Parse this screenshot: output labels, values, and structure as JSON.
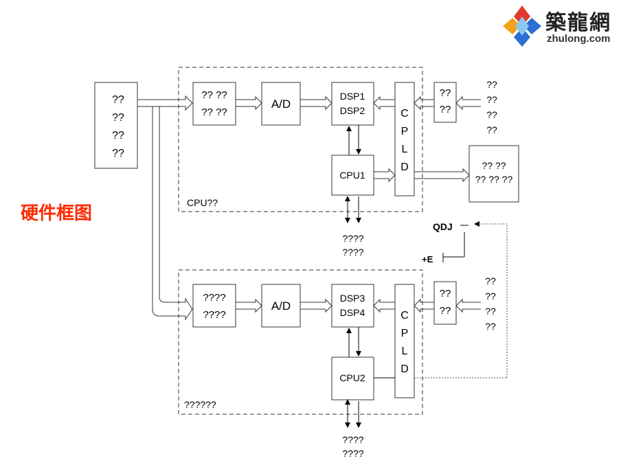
{
  "logo": {
    "chinese": "築龍網",
    "latin": "zhulong.com"
  },
  "title": "硬件框图",
  "title_color": "#ff2a00",
  "inputs": {
    "lines": [
      "??",
      "??",
      "??",
      "??"
    ]
  },
  "top_module": {
    "group_label": "CPU??",
    "prefilter_lines": [
      "?? ??",
      "?? ??"
    ],
    "adc": "A/D",
    "dsp_lines": [
      "DSP1",
      "DSP2"
    ],
    "cpu": "CPU1",
    "cpld_letters": [
      "C",
      "P",
      "L",
      "D"
    ],
    "opto": [
      "??",
      "??"
    ],
    "right_inputs": [
      "??",
      "??",
      "??",
      "??"
    ],
    "bus_lines": [
      "????",
      "????"
    ]
  },
  "bottom_module": {
    "group_label": "??????",
    "prefilter_lines": [
      "????",
      "????"
    ],
    "adc": "A/D",
    "dsp_lines": [
      "DSP3",
      "DSP4"
    ],
    "cpu": "CPU2",
    "cpld_letters": [
      "C",
      "P",
      "L",
      "D"
    ],
    "opto": [
      "??",
      "??"
    ],
    "right_inputs": [
      "??",
      "??",
      "??",
      "??"
    ],
    "bus_lines": [
      "????",
      "????"
    ]
  },
  "output_box": {
    "lines": [
      "?? ??",
      "?? ?? ??"
    ]
  },
  "qdj_label": "QDJ",
  "plus_e_label": "+E"
}
